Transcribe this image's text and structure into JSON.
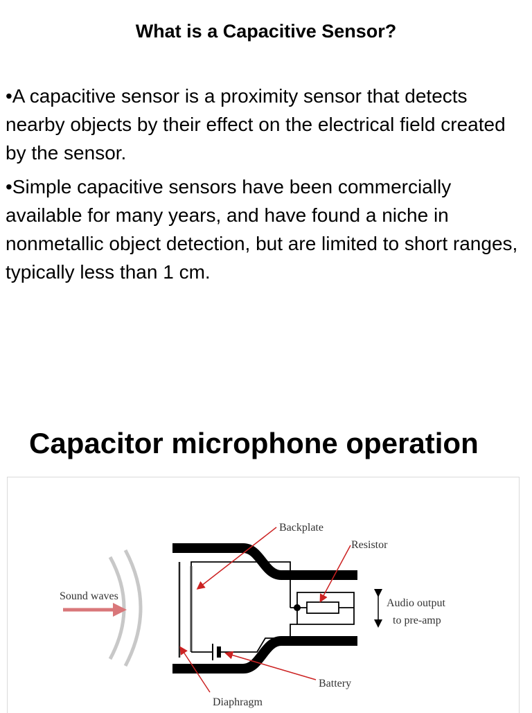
{
  "slide1": {
    "title": "What is a Capacitive Sensor?",
    "bullets": [
      "•A capacitive sensor is a proximity sensor that detects nearby objects by their effect on the electrical field created by the sensor.",
      "•Simple capacitive sensors have been commercially available for many years, and have found a niche in nonmetallic object detection, but are limited to short ranges, typically less than 1 cm."
    ]
  },
  "slide2": {
    "title": "Capacitor microphone operation",
    "diagram": {
      "labels": {
        "backplate": "Backplate",
        "resistor": "Resistor",
        "sound_waves": "Sound waves",
        "audio_output_line1": "Audio output",
        "audio_output_line2": "to pre-amp",
        "battery": "Battery",
        "diaphragm": "Diaphragm"
      },
      "colors": {
        "arrow": "#cc2222",
        "sound_arrow": "#d9777a",
        "waves": "#c8c8c8",
        "body": "#000000"
      }
    }
  }
}
